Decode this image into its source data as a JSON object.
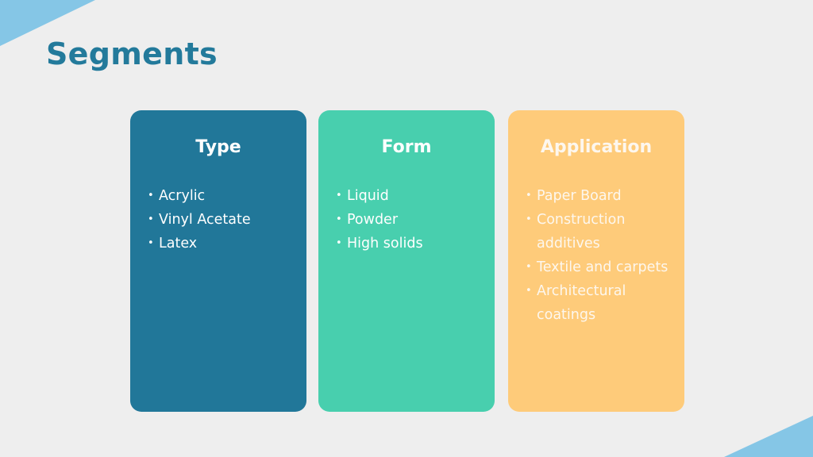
{
  "slide": {
    "title": "Segments",
    "colors": {
      "background": "#eeeeee",
      "title": "#237a9b",
      "corner_accent": "#85c6e6"
    }
  },
  "cards": [
    {
      "title": "Type",
      "color": "#217799",
      "text_color": "#ffffff",
      "items": [
        "Acrylic",
        "Vinyl Acetate",
        "Latex"
      ]
    },
    {
      "title": "Form",
      "color": "#48cfae",
      "text_color": "#ffffff",
      "items": [
        "Liquid",
        "Powder",
        "High solids"
      ]
    },
    {
      "title": "Application",
      "color": "#fecb7a",
      "text_color": "#fdf7ee",
      "items": [
        "Paper Board",
        "Construction additives",
        "Textile and carpets",
        "Architectural coatings"
      ]
    }
  ]
}
